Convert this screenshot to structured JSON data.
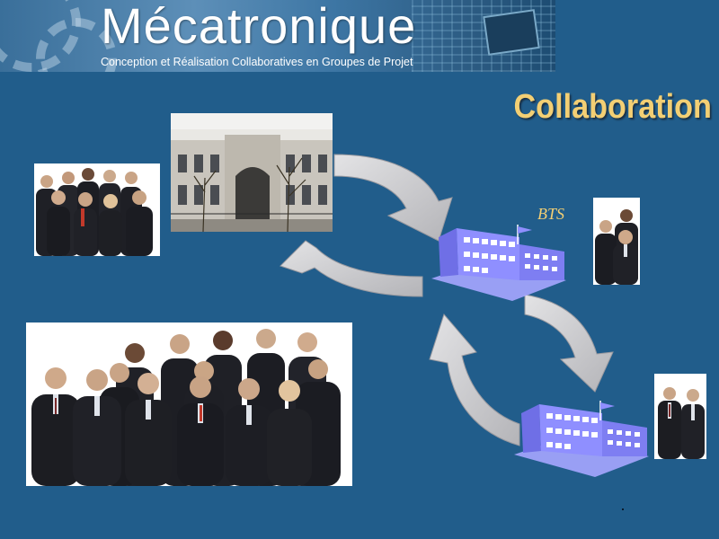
{
  "banner": {
    "title": "Mécatronique",
    "subtitle": "Conception et Réalisation Collaboratives en Groupes de Projet"
  },
  "slide": {
    "title": "Collaboration",
    "bts_label": "BTS"
  },
  "colors": {
    "background": "#215d8b",
    "title_gold": "#f3cf74",
    "arrow_gray": "#c9c9cb",
    "school_blue": "#8b8bff"
  }
}
